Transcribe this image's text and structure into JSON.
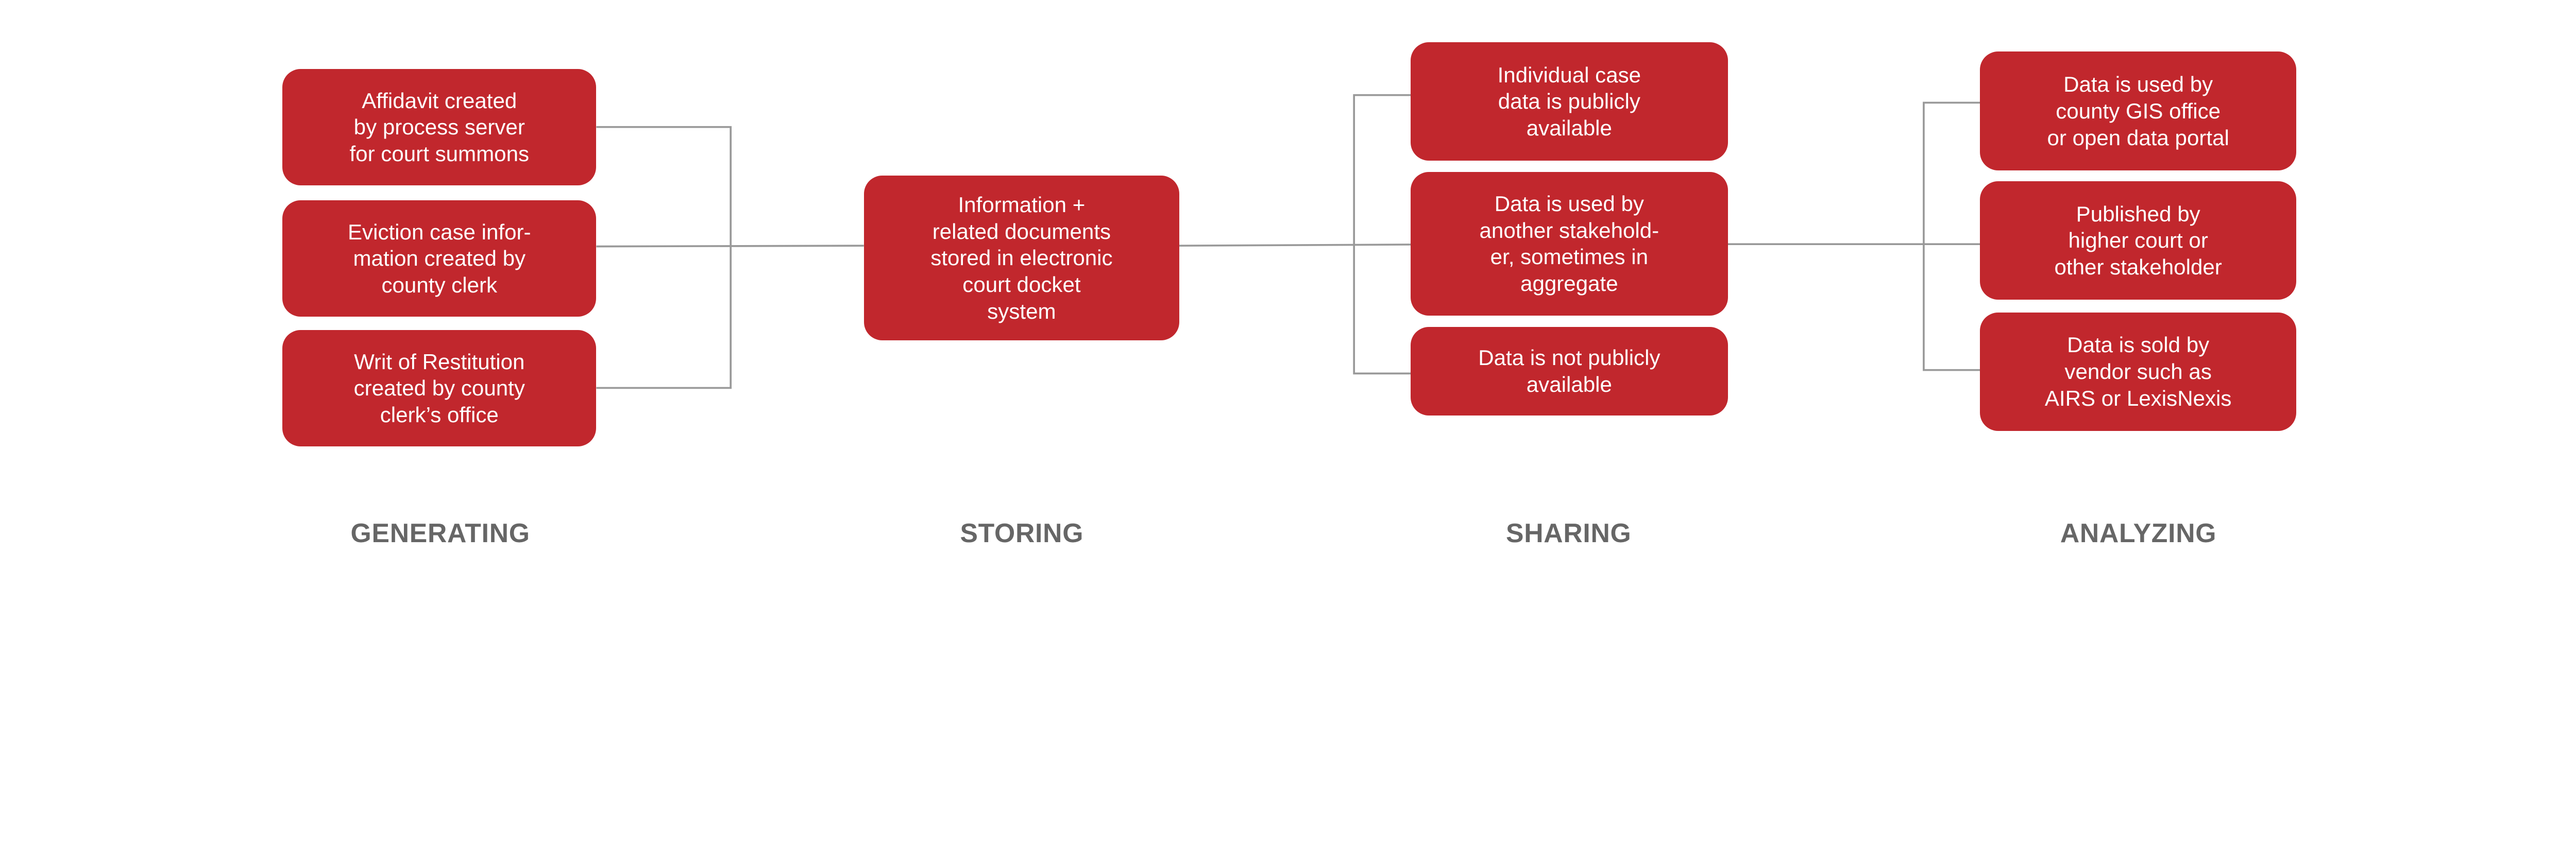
{
  "colors": {
    "box": "#c1272d",
    "box_text": "#ffffff",
    "connector": "#999999",
    "stage_label": "#666666"
  },
  "stages": [
    {
      "label": "GENERATING",
      "items": [
        "Affidavit created\nby process server\nfor court summons",
        "Eviction case infor-\nmation created by\ncounty clerk",
        "Writ of Restitution\ncreated by county\nclerk’s office"
      ]
    },
    {
      "label": "STORING",
      "items": [
        "Information +\nrelated documents\nstored in electronic\ncourt docket\nsystem"
      ]
    },
    {
      "label": "SHARING",
      "items": [
        "Individual case\ndata is publicly\navailable",
        "Data is used by\nanother stakehold-\ner, sometimes in\naggregate",
        "Data is not publicly\navailable"
      ]
    },
    {
      "label": "ANALYZING",
      "items": [
        "Data is used by\ncounty GIS office\nor open data portal",
        "Published by\nhigher court or\nother stakeholder",
        "Data is sold by\nvendor such as\nAIRS or LexisNexis"
      ]
    }
  ]
}
